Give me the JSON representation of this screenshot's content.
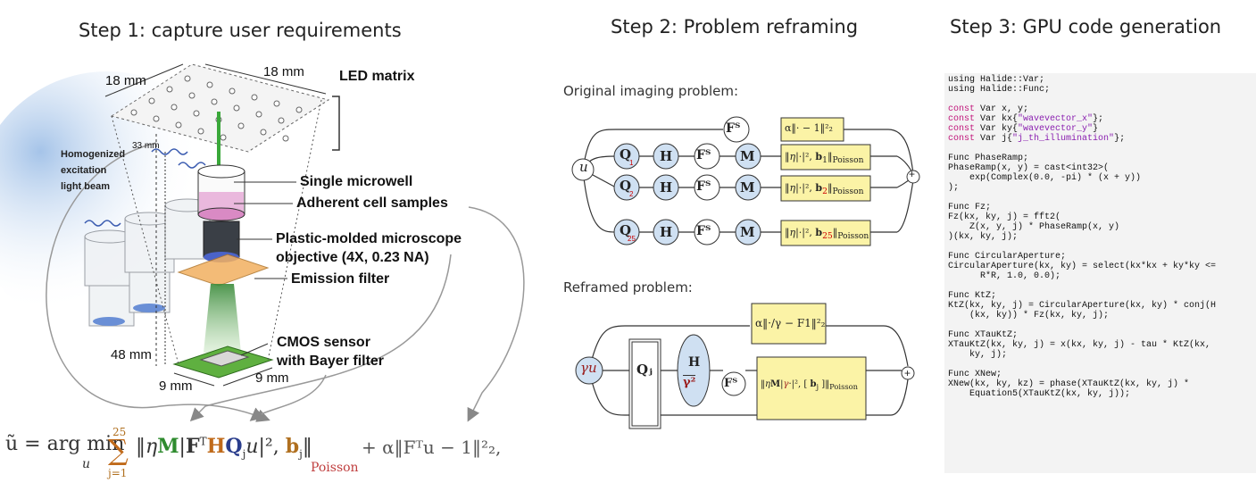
{
  "steps": {
    "step1_title": "Step 1: capture user requirements",
    "step2_title": "Step 2: Problem reframing",
    "step3_title": "Step 3: GPU code generation"
  },
  "hardware": {
    "dim_top_left": "18 mm",
    "dim_top_right": "18 mm",
    "dim_height_led": "33 mm",
    "dim_height_total": "48 mm",
    "dim_bottom_left": "9 mm",
    "dim_bottom_right": "9 mm",
    "led_matrix": "LED matrix",
    "light_beam": [
      "Homogenized",
      "excitation",
      "light beam"
    ],
    "microwell": "Single microwell",
    "cells": "Adherent cell samples",
    "objective_line1": "Plastic-molded microscope",
    "objective_line2": "objective (4X, 0.23 NA)",
    "emission_filter": "Emission filter",
    "sensor_line1": "CMOS sensor",
    "sensor_line2": "with Bayer filter"
  },
  "formula": {
    "lhs": "ũ = arg min",
    "under": "u",
    "sum_top": "25",
    "sum_bottom": "j=1",
    "poisson": "Poisson",
    "reg": "+ α‖Fᵀu − 1‖²₂,"
  },
  "problem": {
    "original_label": "Original imaging problem:",
    "reframed_label": "Reframed problem:",
    "u": "u",
    "gamma_u": "γu",
    "ops": {
      "Q": "Q",
      "H": "H",
      "FT": "Fᵀ",
      "M": "M",
      "Qj": "Qⱼ"
    },
    "q_subs": [
      "1",
      "2",
      "25"
    ],
    "b_subs": [
      "1",
      "2",
      "25"
    ],
    "poisson_sub": "Poisson",
    "reg_top": "α‖· − 1‖²₂",
    "reg_reframed": "α‖·/γ − F1‖²₂",
    "plus": "+",
    "h_over_gamma": "H",
    "gamma_sq": "γ²"
  },
  "code": {
    "lines": [
      "using Halide::Var;",
      "using Halide::Func;",
      "",
      "const Var x, y;",
      "const Var kx{\"wavevector_x\"};",
      "const Var ky{\"wavevector_y\"}",
      "const Var j{\"j_th_illumination\"};",
      "",
      "Func PhaseRamp;",
      "PhaseRamp(x, y) = cast<int32>(",
      "    exp(Complex(0.0, -pi) * (x + y))",
      ");",
      "",
      "Func Fz;",
      "Fz(kx, ky, j) = fft2(",
      "    Z(x, y, j) * PhaseRamp(x, y)",
      ")(kx, ky, j);",
      "",
      "Func CircularAperture;",
      "CircularAperture(kx, ky) = select(kx*kx + ky*ky <=",
      "      R*R, 1.0, 0.0);",
      "",
      "Func KtZ;",
      "KtZ(kx, ky, j) = CircularAperture(kx, ky) * conj(H",
      "    (kx, ky)) * Fz(kx, ky, j);",
      "",
      "Func XTauKtZ;",
      "XTauKtZ(kx, ky, j) = x(kx, ky, j) - tau * KtZ(kx,",
      "    ky, j);",
      "",
      "Func XNew;",
      "XNew(kx, ky, kz) = phase(XTauKtZ(kx, ky, j) *",
      "    Equation5(XTauKtZ(kx, ky, j));"
    ]
  },
  "colors": {
    "node_fill": "#cfe0f2",
    "reg_box": "#fbf3a6",
    "code_bg": "#f3f3f3",
    "keyword": "#c0147a",
    "string": "#8a1fb0",
    "green": "#2e8b2e",
    "orange": "#c06a1a",
    "blue": "#2a3d8c"
  }
}
